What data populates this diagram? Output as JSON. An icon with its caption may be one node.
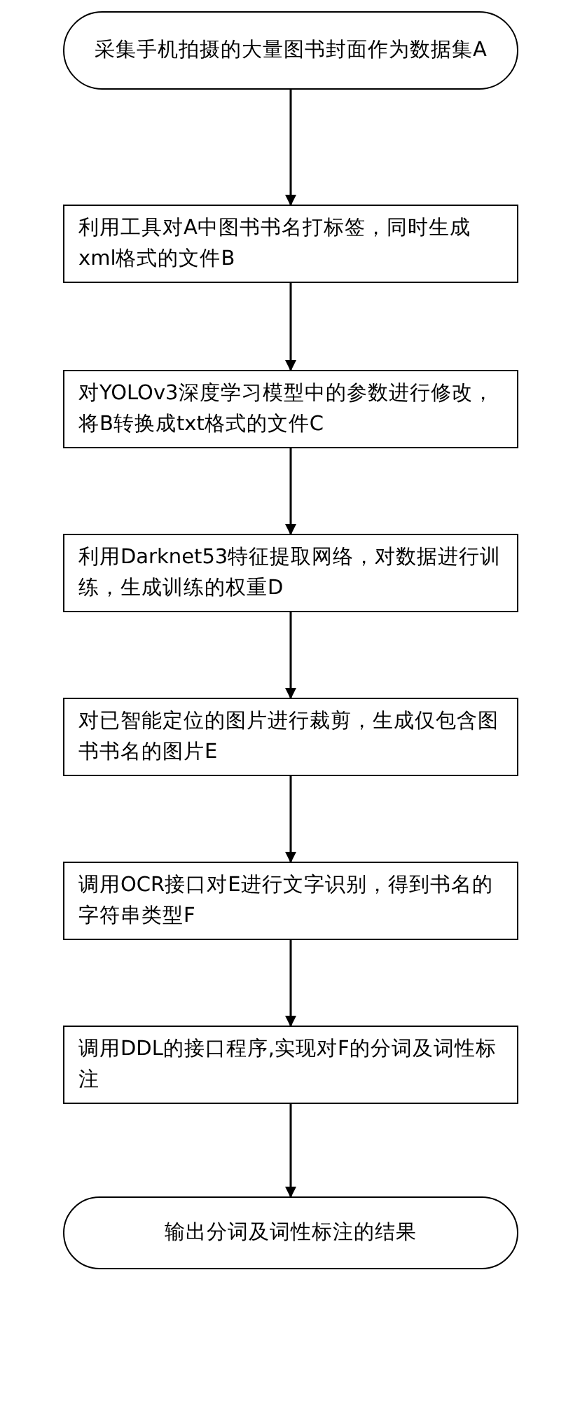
{
  "diagram": {
    "nodes": [
      {
        "text": [
          "采集手机拍摄的大量图书封面作为数据集A"
        ]
      },
      {
        "text": [
          "利用工具对A中图书书名打标签，同时生成xml格式的文件B"
        ]
      },
      {
        "text": [
          "对YOLOv3深度学习模型中的参数进行修改，将B转换成txt格式的文件C"
        ]
      },
      {
        "text": [
          "利用Darknet53特征提取网络，对数据进行训练，生成训练的权重D"
        ]
      },
      {
        "text": [
          "对已智能定位的图片进行裁剪，生成仅包含图书书名的图片E"
        ]
      },
      {
        "text": [
          "调用OCR接口对E进行文字识别，得到书名的字符串类型F"
        ]
      },
      {
        "text": [
          "调用DDL的接口程序,实现对F的分词及词性标注"
        ]
      },
      {
        "text": [
          "输出分词及词性标注的结果"
        ]
      }
    ],
    "edges": [
      {
        "from": 0,
        "to": 1,
        "arrow": "to"
      },
      {
        "from": 1,
        "to": 2,
        "arrow": "to"
      },
      {
        "from": 2,
        "to": 3,
        "arrow": "to"
      },
      {
        "from": 3,
        "to": 4,
        "arrow": "to"
      },
      {
        "from": 4,
        "to": 5,
        "arrow": "to"
      },
      {
        "from": 5,
        "to": 6,
        "arrow": "to"
      },
      {
        "from": 6,
        "to": 7,
        "arrow": "to"
      }
    ]
  }
}
